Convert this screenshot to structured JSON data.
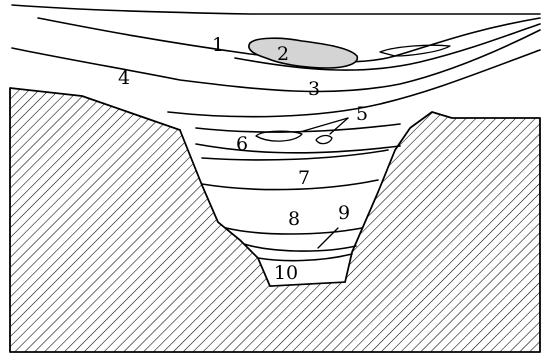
{
  "diagram": {
    "labels": {
      "l1": "1",
      "l2": "2",
      "l3": "3",
      "l4": "4",
      "l5": "5",
      "l6": "6",
      "l7": "7",
      "l8": "8",
      "l9": "9",
      "l10": "10"
    },
    "colors": {
      "lens_fill": "#d4d4d4",
      "line": "#000000",
      "background": "#ffffff"
    }
  }
}
